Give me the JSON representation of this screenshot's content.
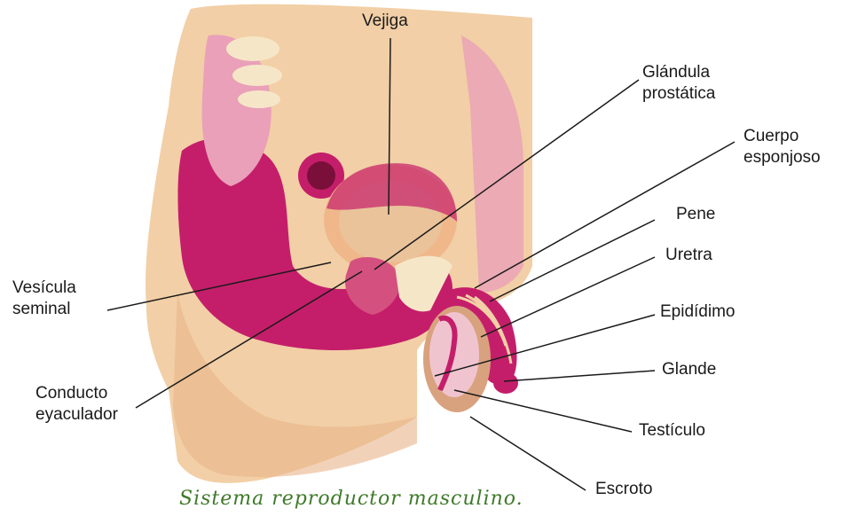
{
  "labels": {
    "vejiga": "Vejiga",
    "glandula_1": "Glándula",
    "glandula_2": "prostática",
    "cuerpo_1": "Cuerpo",
    "cuerpo_2": "esponjoso",
    "pene": "Pene",
    "uretra": "Uretra",
    "epididimo": "Epidídimo",
    "glande": "Glande",
    "testiculo": "Testículo",
    "escroto": "Escroto",
    "vesicula_1": "Vesícula",
    "vesicula_2": "seminal",
    "conducto_1": "Conducto",
    "conducto_2": "eyaculador"
  },
  "caption": "Sistema reproductor masculino.",
  "colors": {
    "skin": "#f2cfa6",
    "muscle": "#c41e6a",
    "tissue_pink": "#e9a0b8",
    "leader_line": "#1a1a1a",
    "caption": "#3f7a2a"
  }
}
